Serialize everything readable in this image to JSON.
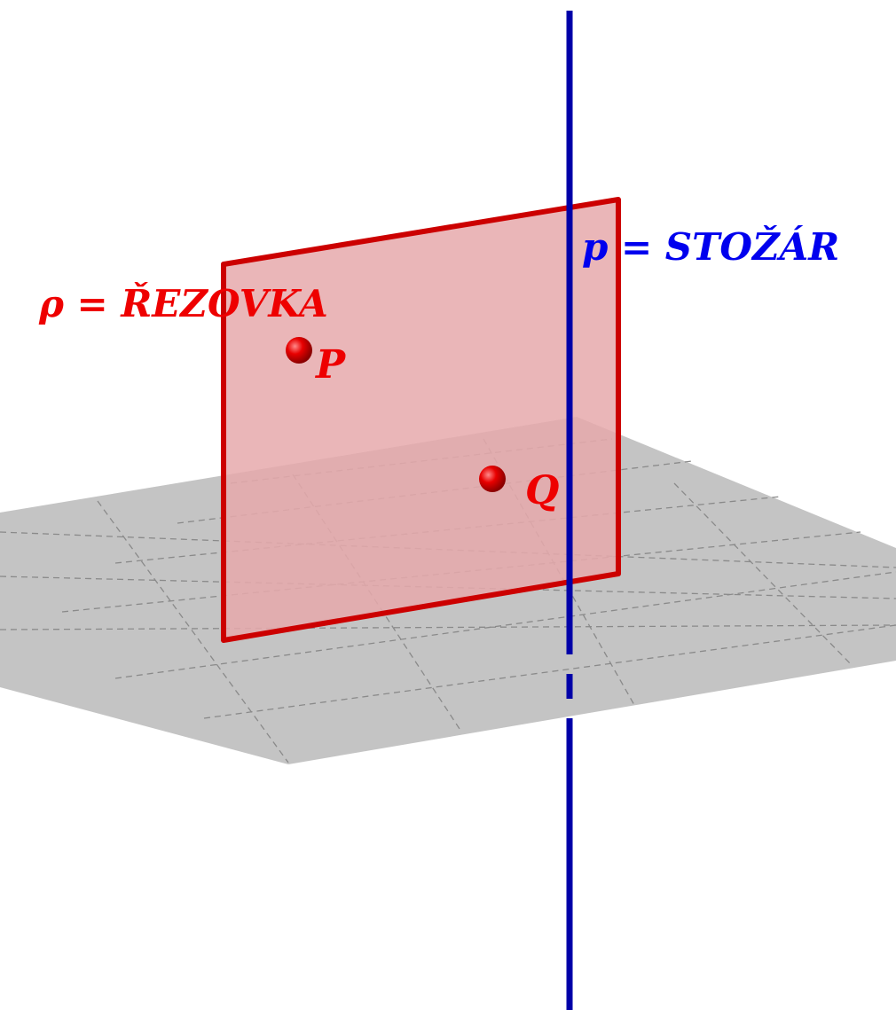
{
  "colors": {
    "plane_fill": "#e6a9ab",
    "plane_edge": "#cc0000",
    "line": "#0000a8",
    "ground": "#c4c4c4",
    "grid": "#8a8a8a",
    "point": "#e00000",
    "label_red": "#ee0000",
    "label_blue": "#0000ee"
  },
  "labels": {
    "plane": "ρ = ŘEZOVKA",
    "line": "p = STOŽÁR",
    "point_p": "P",
    "point_q": "Q"
  }
}
